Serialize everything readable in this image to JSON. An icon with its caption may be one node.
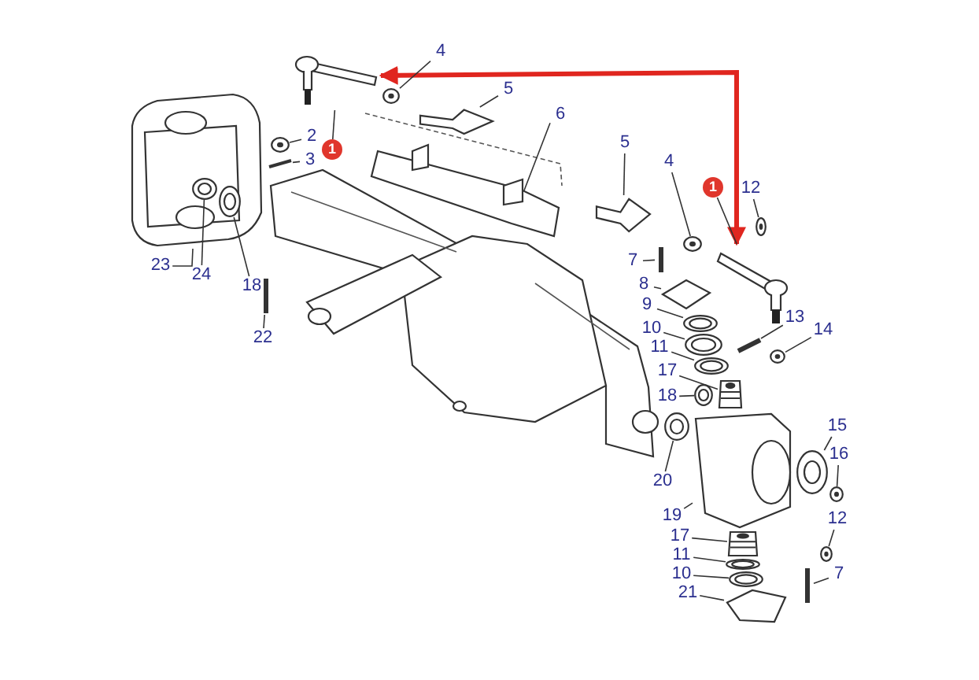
{
  "diagram": {
    "nodes": [
      {
        "text": [],
        "shape": "picture"
      },
      {
        "text": [],
        "shape": "picture"
      },
      {
        "text": [
          "4"
        ]
      },
      {
        "text": [
          "5"
        ]
      },
      {
        "text": [
          "6"
        ]
      },
      {
        "text": [
          "2"
        ]
      },
      {
        "text": [
          "1"
        ]
      },
      {
        "text": [
          "3"
        ]
      },
      {
        "text": [
          "5"
        ]
      },
      {
        "text": [
          "4"
        ]
      },
      {
        "text": [
          "1"
        ]
      },
      {
        "text": [
          "12"
        ]
      },
      {
        "text": [
          "7"
        ]
      },
      {
        "text": [
          "8"
        ]
      },
      {
        "text": [
          "9"
        ]
      },
      {
        "text": [
          "23"
        ]
      },
      {
        "text": [
          "24"
        ]
      },
      {
        "text": [
          "18"
        ]
      },
      {
        "text": [
          "10"
        ]
      },
      {
        "text": [
          "11"
        ]
      },
      {
        "text": [
          "13"
        ]
      },
      {
        "text": [
          "14"
        ]
      },
      {
        "text": [
          "22"
        ]
      },
      {
        "text": [
          "17"
        ]
      },
      {
        "text": [
          "18"
        ]
      },
      {
        "text": [
          "15"
        ]
      },
      {
        "text": [
          "16"
        ]
      },
      {
        "text": [
          "20"
        ]
      },
      {
        "text": [
          "19"
        ]
      },
      {
        "text": [
          "12"
        ]
      },
      {
        "text": [
          "17"
        ]
      },
      {
        "text": [
          "11"
        ]
      },
      {
        "text": [
          "10"
        ]
      },
      {
        "text": [
          "7"
        ]
      },
      {
        "text": [
          "21"
        ]
      },
      {
        "text": [],
        "shape": "picture"
      },
      {
        "text": [],
        "shape": "picture"
      },
      {
        "text": [],
        "shape": "picture"
      },
      {
        "text": [],
        "shape": "picture"
      },
      {
        "text": [],
        "shape": "picture"
      },
      {
        "text": [],
        "shape": "picture"
      },
      {
        "text": [],
        "shape": "picture"
      },
      {
        "text": [],
        "shape": "picture"
      },
      {
        "text": [],
        "shape": "picture"
      },
      {
        "text": [],
        "shape": "picture"
      },
      {
        "text": [],
        "shape": "picture"
      },
      {
        "text": [],
        "shape": "picture"
      },
      {
        "text": [],
        "shape": "picture",
        "in": 46
      },
      {
        "text": [],
        "shape": "picture",
        "in": 46
      },
      {
        "text": [],
        "shape": "picture"
      },
      {
        "text": [],
        "shape": "picture"
      },
      {
        "text": [],
        "shape": "picture"
      },
      {
        "text": [],
        "shape": "picture"
      },
      {
        "text": [],
        "shape": "picture"
      },
      {
        "text": [],
        "shape": "picture"
      },
      {
        "text": [],
        "shape": "picture"
      },
      {
        "text": [],
        "shape": "picture"
      },
      {
        "text": [],
        "shape": "picture"
      },
      {
        "text": [],
        "shape": "picture"
      },
      {
        "text": [],
        "shape": "picture"
      },
      {
        "text": [],
        "shape": "picture"
      },
      {
        "text": [],
        "shape": "picture"
      },
      {
        "text": [],
        "shape": "picture"
      },
      {
        "text": [],
        "shape": "picture"
      },
      {
        "text": [],
        "shape": "picture"
      },
      {
        "text": [],
        "shape": "picture"
      }
    ],
    "edges": [
      {
        "from": 0,
        "to": 1,
        "arrow": "both",
        "style": "thick",
        "color": "#e0261f"
      },
      {
        "from": 2,
        "to": 35,
        "arrow": "none"
      },
      {
        "from": 3,
        "to": 36,
        "arrow": "none"
      },
      {
        "from": 4,
        "to": 37,
        "arrow": "none"
      },
      {
        "from": 5,
        "to": 38,
        "arrow": "none"
      },
      {
        "from": 6,
        "to": 0,
        "arrow": "none"
      },
      {
        "from": 7,
        "to": 39,
        "arrow": "none"
      },
      {
        "from": 8,
        "to": 40,
        "arrow": "none"
      },
      {
        "from": 9,
        "to": 41,
        "arrow": "none"
      },
      {
        "from": 10,
        "to": 1,
        "arrow": "none"
      },
      {
        "from": 11,
        "to": 42,
        "arrow": "none"
      },
      {
        "from": 12,
        "to": 43,
        "arrow": "none"
      },
      {
        "from": 13,
        "to": 44,
        "arrow": "none"
      },
      {
        "from": 14,
        "to": 45,
        "arrow": "none"
      },
      {
        "from": 15,
        "to": 46,
        "arrow": "none"
      },
      {
        "from": 16,
        "to": 47,
        "arrow": "none"
      },
      {
        "from": 17,
        "to": 48,
        "arrow": "none"
      },
      {
        "from": 18,
        "to": 49,
        "arrow": "none"
      },
      {
        "from": 19,
        "to": 50,
        "arrow": "none"
      },
      {
        "from": 20,
        "to": 51,
        "arrow": "none"
      },
      {
        "from": 21,
        "to": 52,
        "arrow": "none"
      },
      {
        "from": 22,
        "to": 53,
        "arrow": "none"
      },
      {
        "from": 23,
        "to": 54,
        "arrow": "none"
      },
      {
        "from": 24,
        "to": 55,
        "arrow": "none"
      },
      {
        "from": 25,
        "to": 56,
        "arrow": "none"
      },
      {
        "from": 26,
        "to": 57,
        "arrow": "none"
      },
      {
        "from": 27,
        "to": 58,
        "arrow": "none"
      },
      {
        "from": 28,
        "to": 59,
        "arrow": "none"
      },
      {
        "from": 29,
        "to": 60,
        "arrow": "none"
      },
      {
        "from": 30,
        "to": 61,
        "arrow": "none"
      },
      {
        "from": 31,
        "to": 62,
        "arrow": "none"
      },
      {
        "from": 32,
        "to": 63,
        "arrow": "none"
      },
      {
        "from": 33,
        "to": 64,
        "arrow": "none"
      },
      {
        "from": 34,
        "to": 65,
        "arrow": "none"
      }
    ]
  }
}
